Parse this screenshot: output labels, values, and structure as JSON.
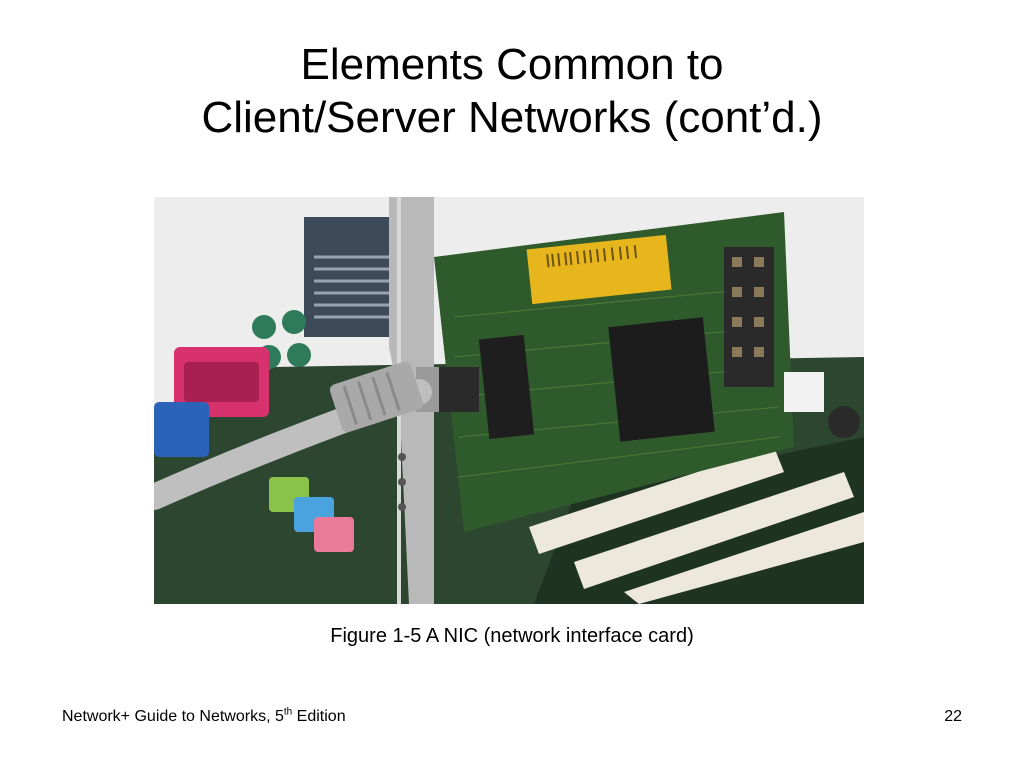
{
  "slide": {
    "title_line1": "Elements Common to",
    "title_line2": "Client/Server Networks (cont’d.)",
    "caption": "Figure 1-5 A NIC (network interface card)",
    "footer": {
      "book_prefix": "Network+ Guide to Networks, 5",
      "book_sup": "th",
      "book_suffix": " Edition",
      "page_number": "22"
    }
  },
  "photo": {
    "subject": "network interface card in motherboard slot",
    "colors": {
      "board": "#2f4a2a",
      "label": "#e7b51c",
      "slot": "#ece8dc",
      "bracket": "#b9b9b9",
      "cable": "#bfbfbf",
      "parallel_port": "#d8326e",
      "vga_port": "#2a63b8",
      "audio_green": "#8bc34a",
      "audio_blue": "#4aa3df",
      "audio_pink": "#e97a9a"
    }
  }
}
